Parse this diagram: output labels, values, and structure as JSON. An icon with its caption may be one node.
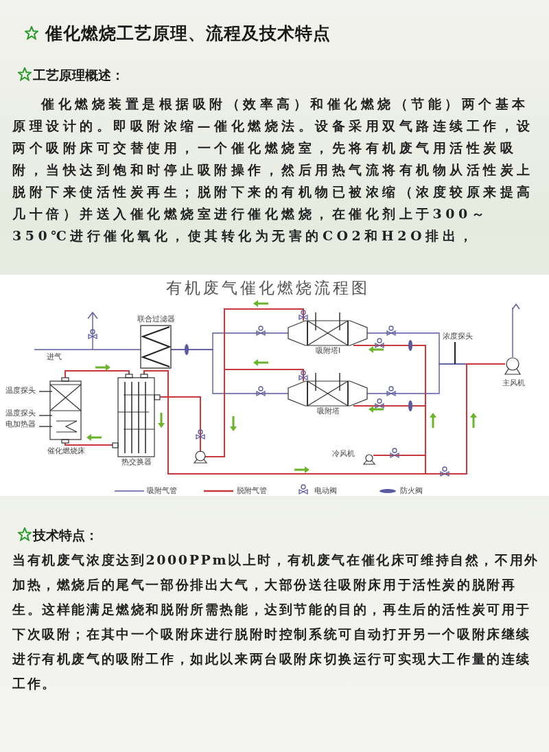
{
  "diagram": {
    "title": "催化燃烧工艺原理、流程及技术特点",
    "nodes": [
      {
        "text": [
          "联合过滤器"
        ]
      },
      {
        "text": [
          "吸附塔I"
        ]
      },
      {
        "text": [
          "吸附塔"
        ]
      },
      {
        "text": [
          "主风机"
        ]
      },
      {
        "text": [
          "催化燃烧床"
        ]
      },
      {
        "text": [
          "热交换器"
        ]
      },
      {
        "text": [],
        "shape": "circle"
      },
      {
        "text": [
          "冷风机"
        ]
      },
      {
        "text": [
          "温度探头"
        ]
      },
      {
        "text": [
          "温度探头"
        ]
      },
      {
        "text": [
          "电加热器"
        ]
      }
    ],
    "edges": [
      {
        "from": null,
        "to": 0,
        "arrow": "none",
        "color": "#5a5aa0"
      },
      {
        "from": 0,
        "to": 1,
        "arrow": "none",
        "color": "#5a5aa0"
      },
      {
        "from": 0,
        "to": 2,
        "arrow": "none",
        "color": "#5a5aa0"
      },
      {
        "from": 1,
        "to": 3,
        "arrow": "none",
        "color": "#5a5aa0"
      },
      {
        "from": 2,
        "to": 3,
        "arrow": "none",
        "color": "#5a5aa0"
      },
      {
        "from": 3,
        "to": null,
        "arrow": "to",
        "color": "#5a5aa0"
      },
      {
        "from": 1,
        "to": 6,
        "arrow": "none"
      },
      {
        "from": 2,
        "to": 6,
        "arrow": "none"
      },
      {
        "from": 6,
        "to": 5,
        "arrow": "none"
      },
      {
        "from": 5,
        "to": 4,
        "arrow": "none"
      },
      {
        "from": 4,
        "to": 5,
        "arrow": "none"
      },
      {
        "from": 5,
        "to": 1,
        "arrow": "none"
      },
      {
        "from": 5,
        "to": 2,
        "arrow": "none"
      },
      {
        "from": 7,
        "to": 1,
        "arrow": "none"
      },
      {
        "from": 5,
        "to": 3,
        "arrow": "none"
      },
      {
        "from": 8,
        "to": 4,
        "arrow": "none",
        "color": "#333333"
      },
      {
        "from": 9,
        "to": 4,
        "arrow": "none",
        "color": "#333333"
      },
      {
        "from": 10,
        "to": 4,
        "arrow": "none",
        "color": "#333333"
      }
    ],
    "labels": [
      "工艺原理概述：",
      "催化燃烧装置是根据吸附（效率高）和催化燃烧（节能）两个基本原理设计的。即吸附浓缩—催化燃烧法。设备采用双气路连续工作，设两个吸附床可交替使用，一个催化燃烧室，先将有机废气用活性炭吸附，当快达到饱和时停止吸附操作，然后用热气流将有机物从活性炭上脱附下来使活性炭再生；脱附下来的有机物已被浓缩（浓度较原来提高几十倍）并送入催化燃烧室进行催化燃烧，在催化剂上于300～350℃进行催化氧化，使其转化为无害的CO2和H2O排出，",
      "有机废气催化燃烧流程图",
      "进气",
      "浓度探头",
      "技术特点：",
      "当有机废气浓度达到2000PPm以上时，有机废气在催化床可维持自然，不用外加热，燃烧后的尾气一部份排出大气，大部份送往吸附床用于活性炭的脱附再生。这样能满足燃烧和脱附所需热能，达到节能的目的，再生后的活性炭可用于下次吸附；在其中一个吸附床进行脱附时控制系统可自动打开另一个吸附床继续进行有机废气的吸附工作，如此以来两台吸附床切换运行可实现大工作量的连续工作。"
    ],
    "legend": [
      {
        "text": "吸附气管"
      },
      {
        "text": "脱附气管"
      },
      {
        "text": "电动阀"
      },
      {
        "text": "防火阀"
      }
    ]
  }
}
